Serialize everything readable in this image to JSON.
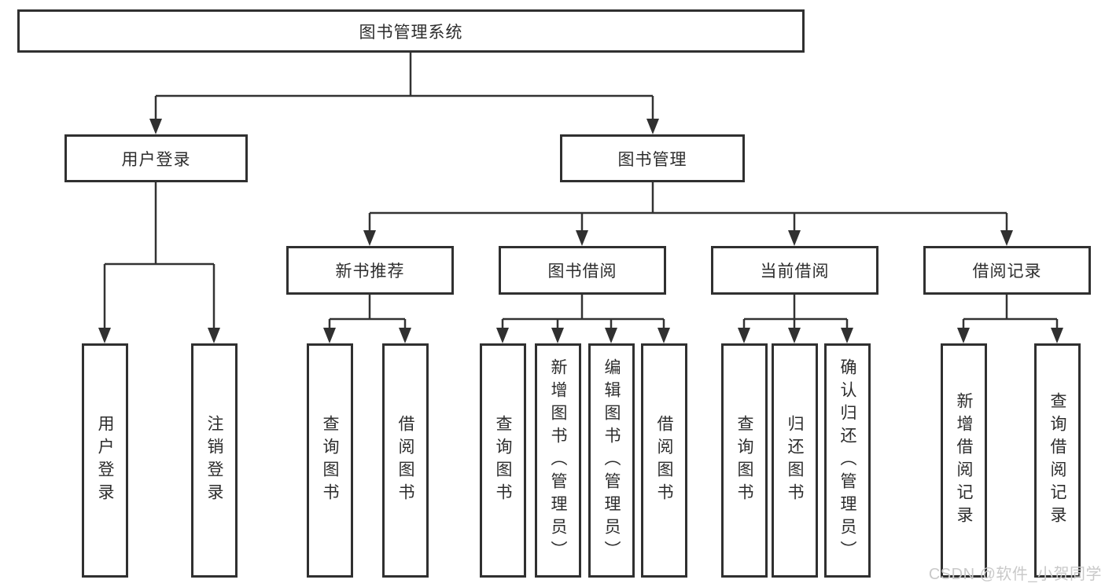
{
  "diagram": {
    "root": "图书管理系统",
    "level2": [
      "用户登录",
      "图书管理"
    ],
    "level3": [
      "新书推荐",
      "图书借阅",
      "当前借阅",
      "借阅记录"
    ],
    "leaves": {
      "user_login": [
        "用户登录",
        "注销登录"
      ],
      "new_books": [
        "查询图书",
        "借阅图书"
      ],
      "book_borrow": [
        "查询图书",
        "新增图书（管理员）",
        "编辑图书（管理员）",
        "借阅图书"
      ],
      "current_borrow": [
        "查询图书",
        "归还图书",
        "确认归还（管理员）"
      ],
      "borrow_records": [
        "新增借阅记录",
        "查询借阅记录"
      ]
    }
  },
  "watermark": "CSDN @软件_小贺同学",
  "colors": {
    "line": "#333333",
    "box_border": "#303030",
    "text": "#2d2d2d",
    "background": "#ffffff",
    "watermark": "#c9c9c9"
  }
}
